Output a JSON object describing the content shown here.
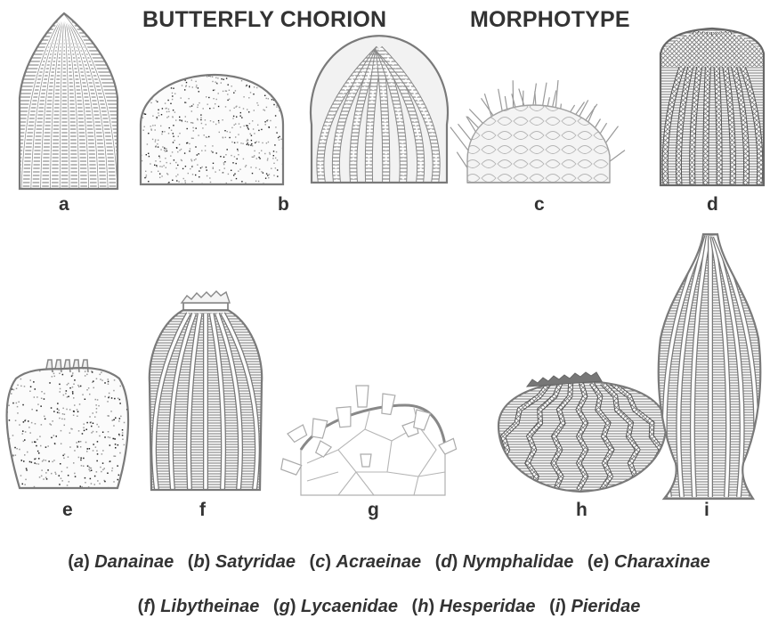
{
  "title_left": "BUTTERFLY CHORION",
  "title_right": "MORPHOTYPE",
  "labels": [
    "a",
    "b",
    "c",
    "d",
    "e",
    "f",
    "g",
    "h",
    "i"
  ],
  "caption_line1": [
    {
      "code": "a",
      "name": "Danainae"
    },
    {
      "code": "b",
      "name": "Satyridae"
    },
    {
      "code": "c",
      "name": "Acraeinae"
    },
    {
      "code": "d",
      "name": "Nymphalidae"
    },
    {
      "code": "e",
      "name": "Charaxinae"
    }
  ],
  "caption_line2": [
    {
      "code": "f",
      "name": "Libytheinae"
    },
    {
      "code": "g",
      "name": "Lycaenidae"
    },
    {
      "code": "h",
      "name": "Hesperidae"
    },
    {
      "code": "i",
      "name": "Pieridae"
    }
  ],
  "colors": {
    "outline": "#7a7a7a",
    "hatch": "#8c8c8c",
    "text": "#333333"
  }
}
